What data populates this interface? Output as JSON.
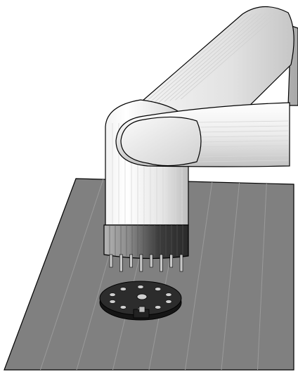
{
  "scene": {
    "subject": "robot-arm-inserting-vacuum-tube-into-socket",
    "colors": {
      "background": "#ffffff",
      "board": "#808080",
      "board_lines": "#9a9a9a",
      "outline": "#000000",
      "arm_light": "#f7f7f7",
      "arm_mid": "#d6d6d6",
      "arm_dark": "#9a9a9a",
      "tube_base_dark": "#3a3a3a",
      "tube_base_light": "#b0b0b0",
      "socket": "#202020",
      "pin": "#c8c8c8"
    },
    "socket_hole_count": 10,
    "tube_pin_count": 8
  }
}
